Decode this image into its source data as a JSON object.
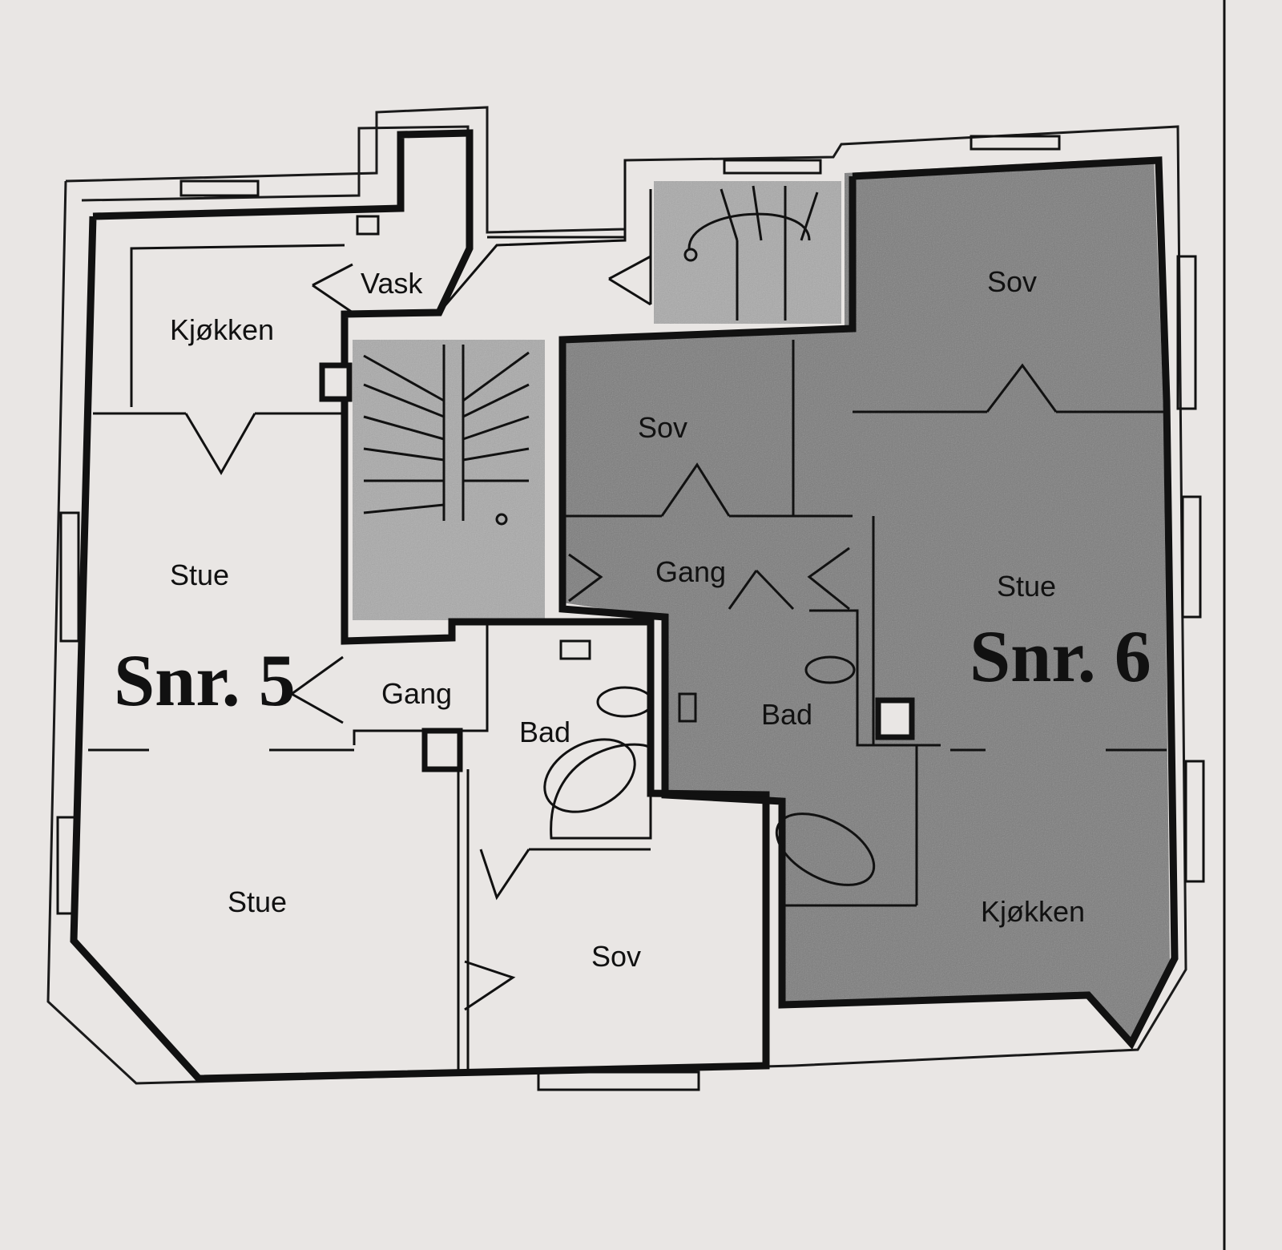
{
  "unit5": {
    "label": "Snr. 5"
  },
  "unit6": {
    "label": "Snr. 6"
  },
  "rooms": {
    "vask": "Vask",
    "kjokken5": "Kjøkken",
    "stue5_upper": "Stue",
    "stue5_lower": "Stue",
    "gang5": "Gang",
    "bad_middle": "Bad",
    "sov_lower": "Sov",
    "sov6_left": "Sov",
    "sov6_right": "Sov",
    "gang6": "Gang",
    "bad6": "Bad",
    "stue6": "Stue",
    "kjokken6": "Kjøkken"
  },
  "colors": {
    "paper": "#e9e6e4",
    "shaded": "#7b7b7b",
    "stair_shade": "#a9a9a9",
    "ink": "#111111"
  }
}
